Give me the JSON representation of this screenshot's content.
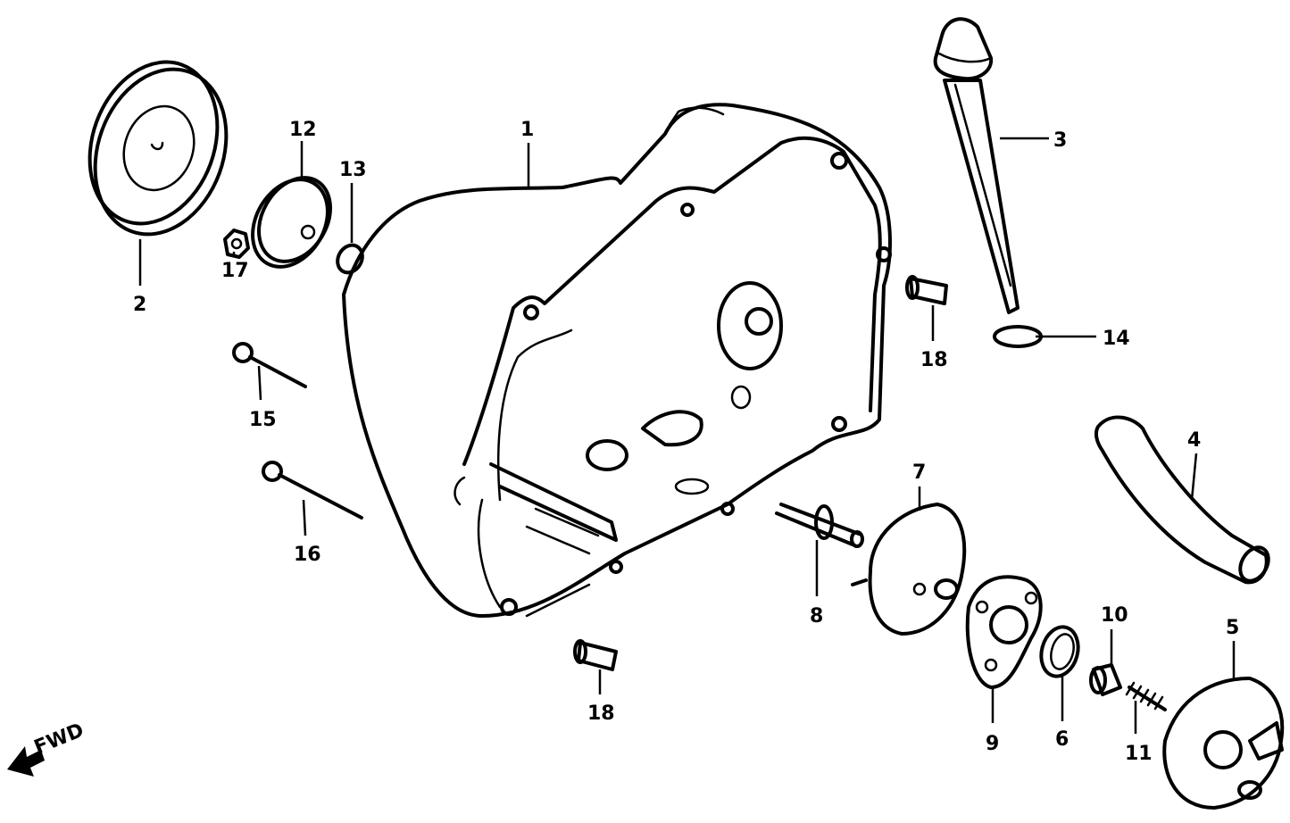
{
  "diagram": {
    "direction_label": "FWD",
    "callouts": [
      {
        "id": "c1",
        "label": "1"
      },
      {
        "id": "c2",
        "label": "2"
      },
      {
        "id": "c3",
        "label": "3"
      },
      {
        "id": "c4",
        "label": "4"
      },
      {
        "id": "c5",
        "label": "5"
      },
      {
        "id": "c6",
        "label": "6"
      },
      {
        "id": "c7",
        "label": "7"
      },
      {
        "id": "c8",
        "label": "8"
      },
      {
        "id": "c9",
        "label": "9"
      },
      {
        "id": "c10",
        "label": "10"
      },
      {
        "id": "c11",
        "label": "11"
      },
      {
        "id": "c12",
        "label": "12"
      },
      {
        "id": "c13",
        "label": "13"
      },
      {
        "id": "c14",
        "label": "14"
      },
      {
        "id": "c15",
        "label": "15"
      },
      {
        "id": "c16",
        "label": "16"
      },
      {
        "id": "c17",
        "label": "17"
      },
      {
        "id": "c18a",
        "label": "18"
      },
      {
        "id": "c18b",
        "label": "18"
      }
    ]
  }
}
